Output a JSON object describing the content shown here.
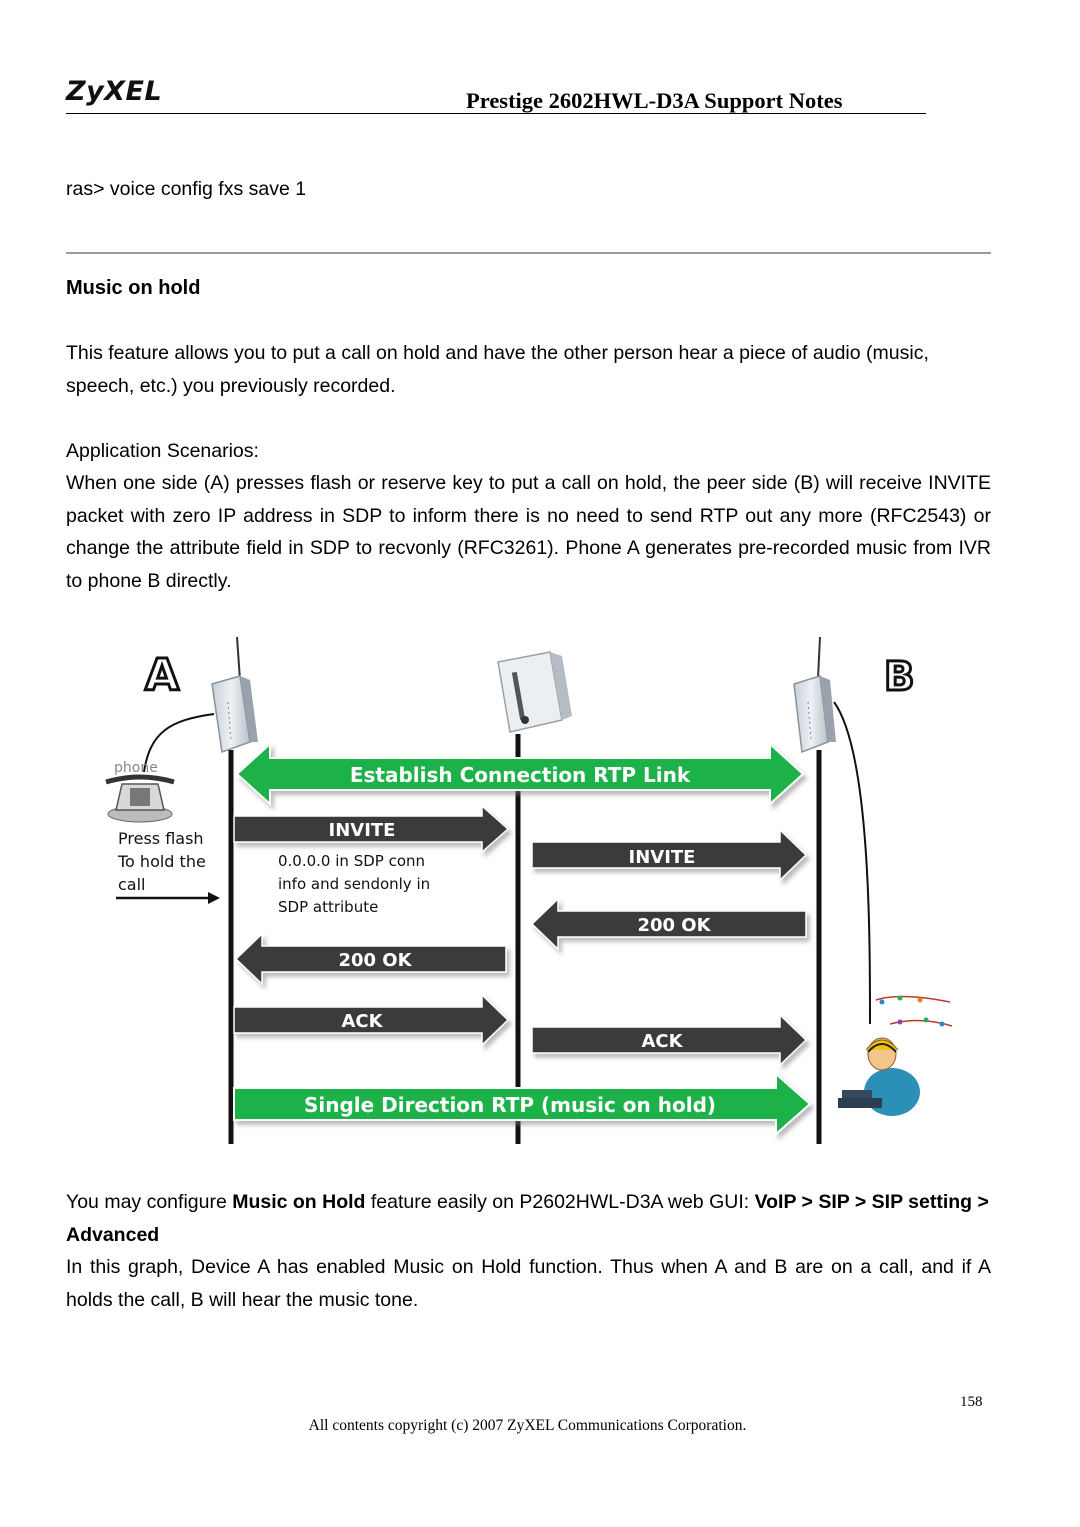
{
  "header": {
    "logo_text": "ZyXEL",
    "doc_title": "Prestige 2602HWL-D3A Support Notes"
  },
  "command_line": "ras> voice config fxs save 1",
  "section": {
    "title": "Music on hold",
    "intro": "This feature allows you to put a call on hold and have the other person hear a piece of audio (music, speech, etc.) you previously recorded.",
    "scenarios_label": "Application Scenarios:",
    "scenarios_text": "When one side (A) presses flash or reserve key to put a call on hold, the peer side (B) will receive INVITE packet with zero IP address in SDP to inform there is no need to send RTP out any more (RFC2543) or change the attribute field in SDP to recvonly (RFC3261). Phone A generates pre-recorded music from IVR to phone B directly."
  },
  "diagram": {
    "label_a": "A",
    "label_b": "B",
    "phone_label": "phone",
    "establish": "Establish Connection RTP Link",
    "press_flash": [
      "Press flash",
      "To hold the",
      "call"
    ],
    "invite_left": "INVITE",
    "sdp_note": [
      "0.0.0.0 in SDP conn",
      "info and sendonly  in",
      "SDP attribute"
    ],
    "invite_right": "INVITE",
    "ok_right": "200 OK",
    "ok_left": "200 OK",
    "ack_left": "ACK",
    "ack_right": "ACK",
    "single_direction": "Single Direction RTP (music on hold)",
    "colors": {
      "green": "#1fb24a",
      "dark": "#3a3a3a",
      "device": "#dfe4ea"
    }
  },
  "config": {
    "prefix": "You may configure ",
    "feature": "Music on Hold",
    "middle": " feature easily on P2602HWL-D3A web GUI: ",
    "path": "VoIP > SIP > SIP setting > Advanced"
  },
  "closing": "In this graph, Device A has enabled Music on Hold function. Thus when A and B are on a call, and if A holds the call, B will hear the music tone.",
  "footer": {
    "page_number": "158",
    "copyright": "All contents copyright (c) 2007 ZyXEL Communications Corporation."
  }
}
